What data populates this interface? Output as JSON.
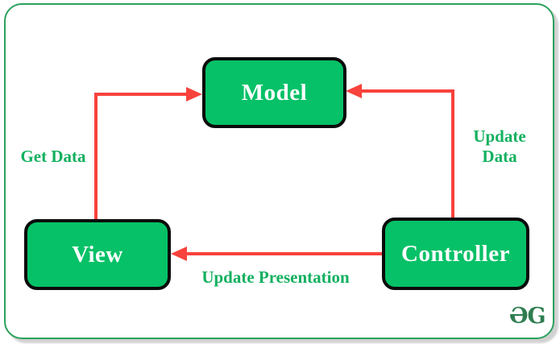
{
  "diagram": {
    "nodes": [
      {
        "id": "model",
        "label": "Model"
      },
      {
        "id": "view",
        "label": "View"
      },
      {
        "id": "controller",
        "label": "Controller"
      }
    ],
    "edges": [
      {
        "id": "view-to-model",
        "from": "view",
        "to": "model",
        "label": "Get Data"
      },
      {
        "id": "controller-to-model",
        "from": "controller",
        "to": "model",
        "label": "Update Data"
      },
      {
        "id": "controller-to-view",
        "from": "controller",
        "to": "view",
        "label": "Update Presentation"
      }
    ],
    "watermark": {
      "logo_text": "ƏG"
    },
    "colors": {
      "node_fill": "#06c167",
      "node_border": "#0b0b0b",
      "node_text": "#ffffff",
      "arrow": "#f8423c",
      "edge_label": "#12b05f",
      "frame_border": "#2aa15b",
      "logo": "#2e7d4f"
    }
  }
}
